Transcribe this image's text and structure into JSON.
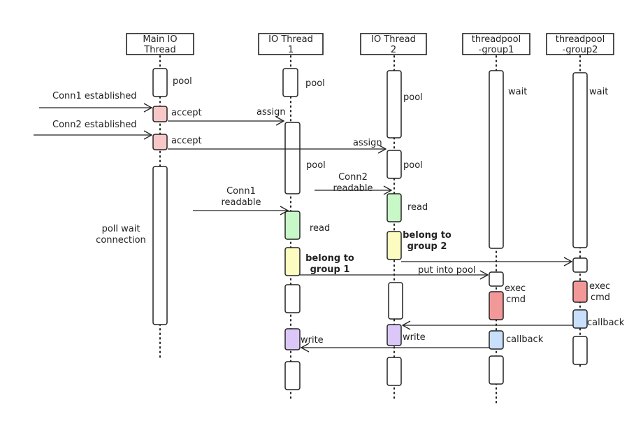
{
  "colors": {
    "white": "#ffffff",
    "pink": "#f8c8c8",
    "green": "#c8f8c8",
    "yellow": "#fcfcc0",
    "red": "#f39898",
    "blue": "#c8e0fb",
    "purple": "#dcc8f8",
    "stroke": "#222222"
  },
  "participants": [
    {
      "id": "main",
      "line1": "Main IO",
      "line2": "Thread"
    },
    {
      "id": "io1",
      "line1": "IO Thread",
      "line2": "1"
    },
    {
      "id": "io2",
      "line1": "IO Thread",
      "line2": "2"
    },
    {
      "id": "tp1",
      "line1": "threadpool",
      "line2": "-group1"
    },
    {
      "id": "tp2",
      "line1": "threadpool",
      "line2": "-group2"
    }
  ],
  "labels": {
    "main_pool": "pool",
    "conn1_established": "Conn1 established",
    "conn2_established": "Conn2 established",
    "accept1": "accept",
    "accept2": "accept",
    "poll_wait_1": "poll wait",
    "poll_wait_2": "connection",
    "assign1": "assign",
    "assign2": "assign",
    "io1_pool_top": "pool",
    "io1_pool": "pool",
    "conn1_readable_1": "Conn1",
    "conn1_readable_2": "readable",
    "io1_read": "read",
    "belong_group1_1": "belong to",
    "belong_group1_2": "group 1",
    "io1_write": "write",
    "io2_pool_top": "pool",
    "io2_pool": "pool",
    "conn2_readable_1": "Conn2",
    "conn2_readable_2": "readable",
    "io2_read": "read",
    "belong_group2_1": "belong to",
    "belong_group2_2": "group 2",
    "io2_write": "write",
    "put_into_pool": "put into pool",
    "tp1_wait": "wait",
    "tp1_exec_1": "exec",
    "tp1_exec_2": "cmd",
    "tp1_callback": "callback",
    "tp2_wait": "wait",
    "tp2_exec_1": "exec",
    "tp2_exec_2": "cmd",
    "tp2_callback": "callback"
  }
}
